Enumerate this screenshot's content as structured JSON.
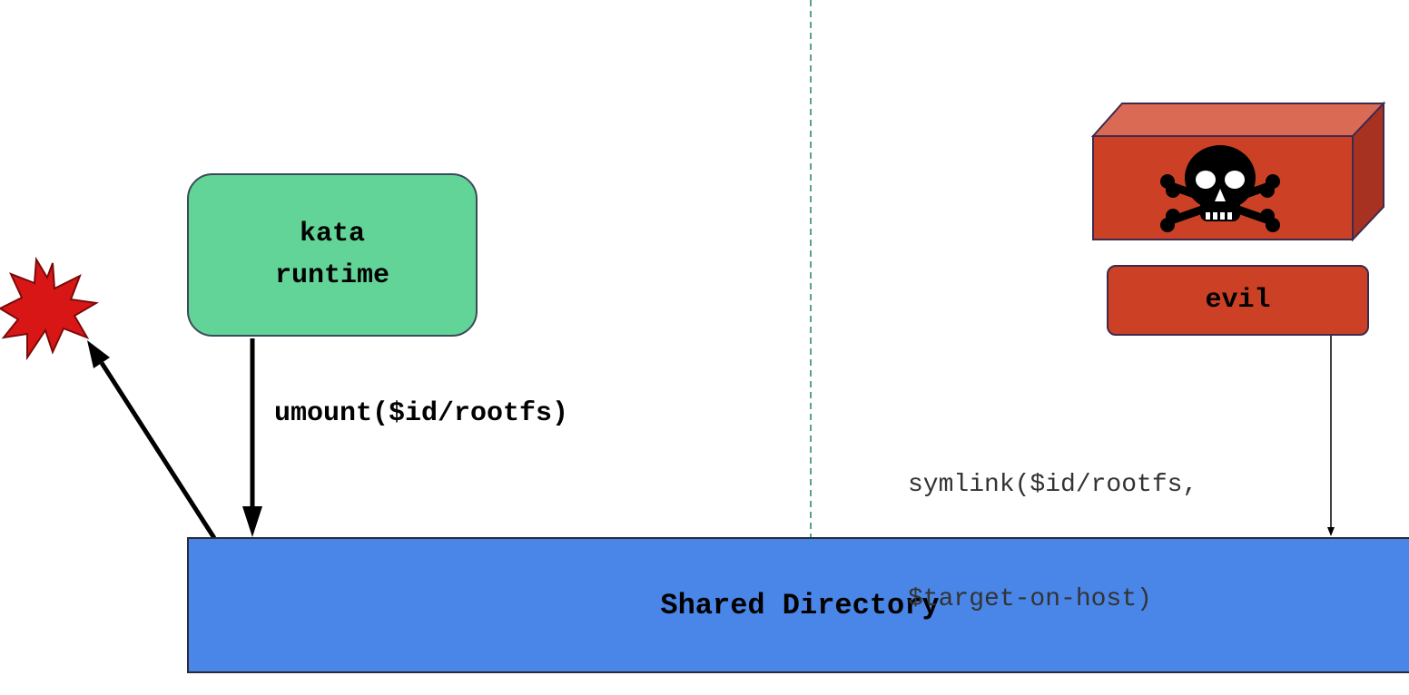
{
  "nodes": {
    "kata_runtime": {
      "line1": "kata",
      "line2": "runtime",
      "color": "#62d497"
    },
    "evil": {
      "label": "evil",
      "color": "#cc4125"
    },
    "shared_directory": {
      "label": "Shared Directory",
      "color": "#4a86e8"
    }
  },
  "edges": {
    "umount": {
      "label": "umount($id/rootfs)"
    },
    "symlink": {
      "line1": "symlink($id/rootfs,",
      "line2": "$target-on-host)"
    }
  },
  "icons": {
    "container": "malicious-container-block",
    "skull": "skull-crossbones-icon",
    "explosion": "explosion-icon"
  },
  "colors": {
    "divider": "#5aa382",
    "explosion_fill": "#d91616",
    "block_front": "#cc4125",
    "block_top": "#db6a54",
    "block_side": "#a83222"
  }
}
